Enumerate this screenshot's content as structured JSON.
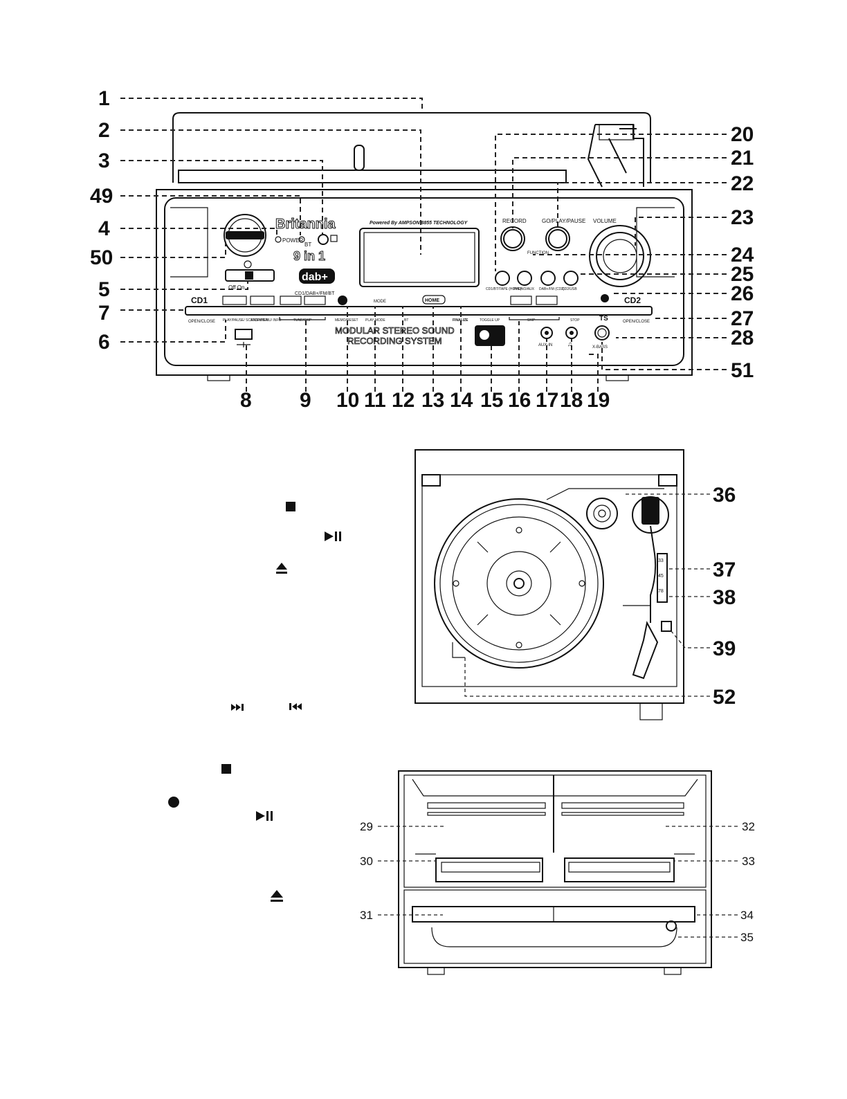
{
  "front": {
    "callouts_top": [
      "1",
      "2",
      "3",
      "49",
      "4",
      "50",
      "5",
      "7",
      "6"
    ],
    "callouts_right": [
      "20",
      "21",
      "22",
      "23",
      "24",
      "25",
      "26",
      "27",
      "28",
      "51"
    ],
    "callouts_bottom": [
      "8",
      "9",
      "10",
      "11",
      "12",
      "13",
      "14",
      "15",
      "16",
      "17",
      "18",
      "19"
    ],
    "brand": "Britannia",
    "powered_by": "Powered By AMPSON 8855 TECHNOLOGY",
    "nine_in_one": "9 in 1",
    "dab_logo": "dab+",
    "power_label": "POWER",
    "bt_label": "BT",
    "record_label": "RECORD",
    "go_play_pause_label": "GO/PLAY/PAUSE",
    "volume_label": "VOLUME",
    "function_label": "FUNCTION",
    "src_labels": [
      "CD1/BT/TAPE (HOME)",
      "PHONO/AUX",
      "DAB+/FM (CD2)",
      "CD2/USB"
    ],
    "cd1_label": "CD1",
    "cd2_label": "CD2",
    "cd1_dab_label": "CD1/DAB+/FM/BT",
    "open_close_label": "OPEN/CLOSE",
    "off_on_label": "Off  On",
    "under_labels": [
      "PLAY/PAUSE/ SCAN/ENTER",
      "STOP/MENU/ INFO",
      "TUNE/SKIP",
      "MEMO/RESET",
      "PLAY MODE",
      "BT",
      "FINALIZE",
      "TOGGLE UP",
      "SKIP",
      "STOP"
    ],
    "mode_label": "MODE",
    "home_label": "HOME",
    "modular_line1": "MODULAR STEREO SOUND",
    "modular_line2": "RECORDING SYSTEM",
    "aux_in_label": "AUX-IN",
    "ts_label": "TS",
    "xbass_label": "X-BASS"
  },
  "turntable": {
    "callouts": [
      "36",
      "37",
      "38",
      "39",
      "52"
    ],
    "speed_labels": [
      "33",
      "45",
      "78"
    ]
  },
  "rear": {
    "callouts_left": [
      "29",
      "30",
      "31"
    ],
    "callouts_right": [
      "32",
      "33",
      "34",
      "35"
    ]
  }
}
